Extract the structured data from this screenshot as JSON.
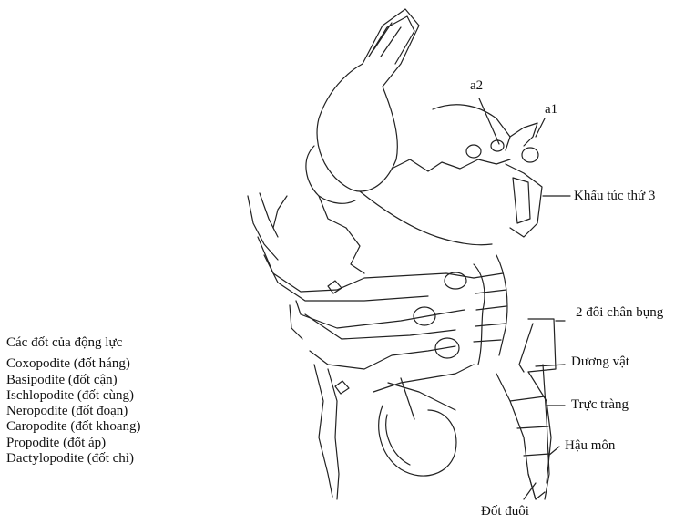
{
  "labels": {
    "a2": "a2",
    "a1": "a1",
    "khau_tuc": "Khấu túc thứ 3",
    "chan_bung": "2 đôi chân bụng",
    "duong_vat": "Dương vật",
    "truc_trang": "Trực tràng",
    "hau_mon": "Hậu môn",
    "dot_duoi": "Đốt đuôi"
  },
  "legend": {
    "title": "Các đốt của động lực",
    "items": [
      "Coxopodite (đốt háng)",
      "Basipodite (đốt cận)",
      "Ischlopodite (đốt cùng)",
      "Neropodite (đốt đoạn)",
      "Caropodite (đốt khoang)",
      "Propodite (đốt áp)",
      "Dactylopodite (đốt chỉ)"
    ]
  },
  "colors": {
    "ink": "#222222",
    "background": "#ffffff"
  }
}
